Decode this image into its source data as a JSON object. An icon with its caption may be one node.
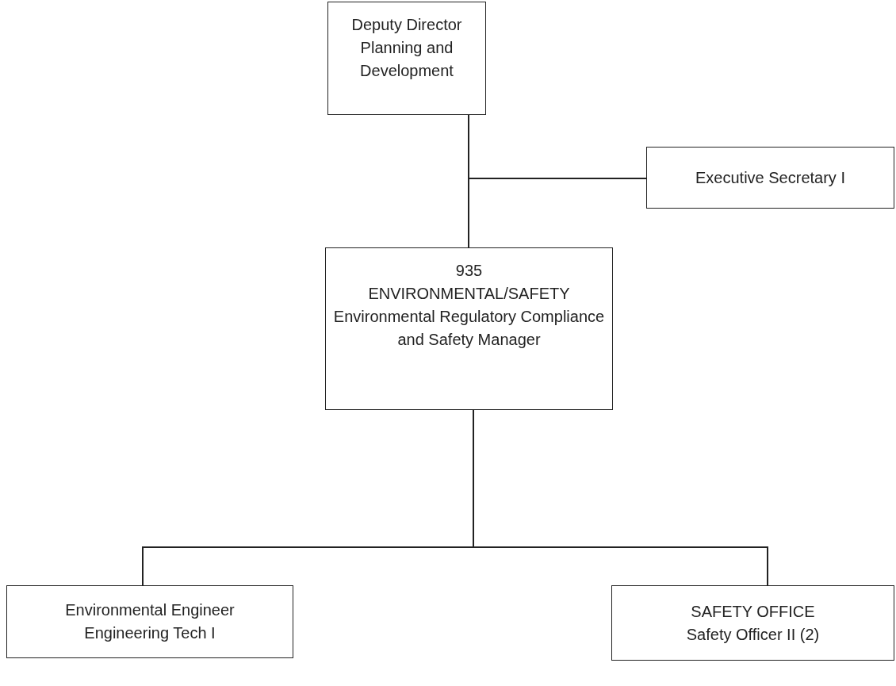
{
  "diagram": {
    "nodes": [
      {
        "text": [
          "Deputy Director Planning and Development"
        ]
      },
      {
        "text": [
          "Executive Secretary I"
        ]
      },
      {
        "text": [
          "935",
          "ENVIRONMENTAL/SAFETY",
          "Environmental Regulatory Compliance and Safety Manager"
        ]
      },
      {
        "text": [
          "Environmental Engineer",
          "Engineering Tech I"
        ]
      },
      {
        "text": [
          "SAFETY OFFICE",
          "Safety Officer II (2)"
        ]
      }
    ],
    "edges": [
      {
        "from": 0,
        "to": 2,
        "arrow": "none"
      },
      {
        "from": 0,
        "to": 1,
        "arrow": "none"
      },
      {
        "from": 2,
        "to": 3,
        "arrow": "none"
      },
      {
        "from": 2,
        "to": 4,
        "arrow": "none"
      }
    ]
  }
}
